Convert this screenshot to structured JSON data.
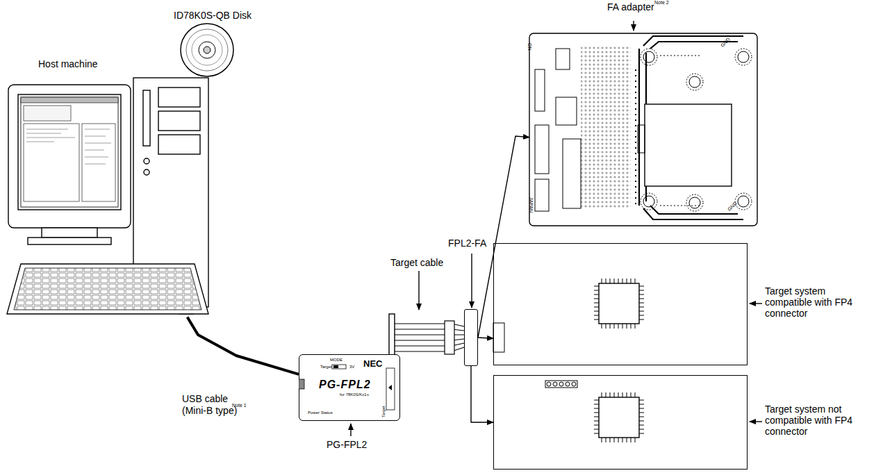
{
  "diagram": {
    "nodes": [
      {
        "text": [
          "Host machine"
        ]
      },
      {
        "text": [
          "MODE",
          "Target",
          "3V",
          "NEC",
          "PG-FPL2",
          "for 78K0S/Kx1+",
          "Power Status",
          "Target"
        ]
      },
      {
        "text": [
          "FPL2-FA"
        ]
      },
      {
        "text": [
          "FA adapter",
          "Note 2"
        ]
      },
      {
        "text": [
          "Target system compatible with FP4 connector"
        ]
      },
      {
        "text": [
          "Target system not compatible with FP4 connector"
        ]
      }
    ],
    "edges": [
      {
        "from": 0,
        "to": 1,
        "arrow": "none"
      },
      {
        "from": 2,
        "to": 3,
        "arrow": "to"
      },
      {
        "from": 2,
        "to": 4,
        "arrow": "to"
      },
      {
        "from": 2,
        "to": 5,
        "arrow": "to"
      }
    ],
    "labels": [
      "ID78K0S-QB Disk",
      "USB cable (Mini-B type)",
      "Note 1",
      "PG-FPL2",
      "Target cable",
      "ON",
      "JAPAN",
      "GND",
      "GND"
    ]
  }
}
